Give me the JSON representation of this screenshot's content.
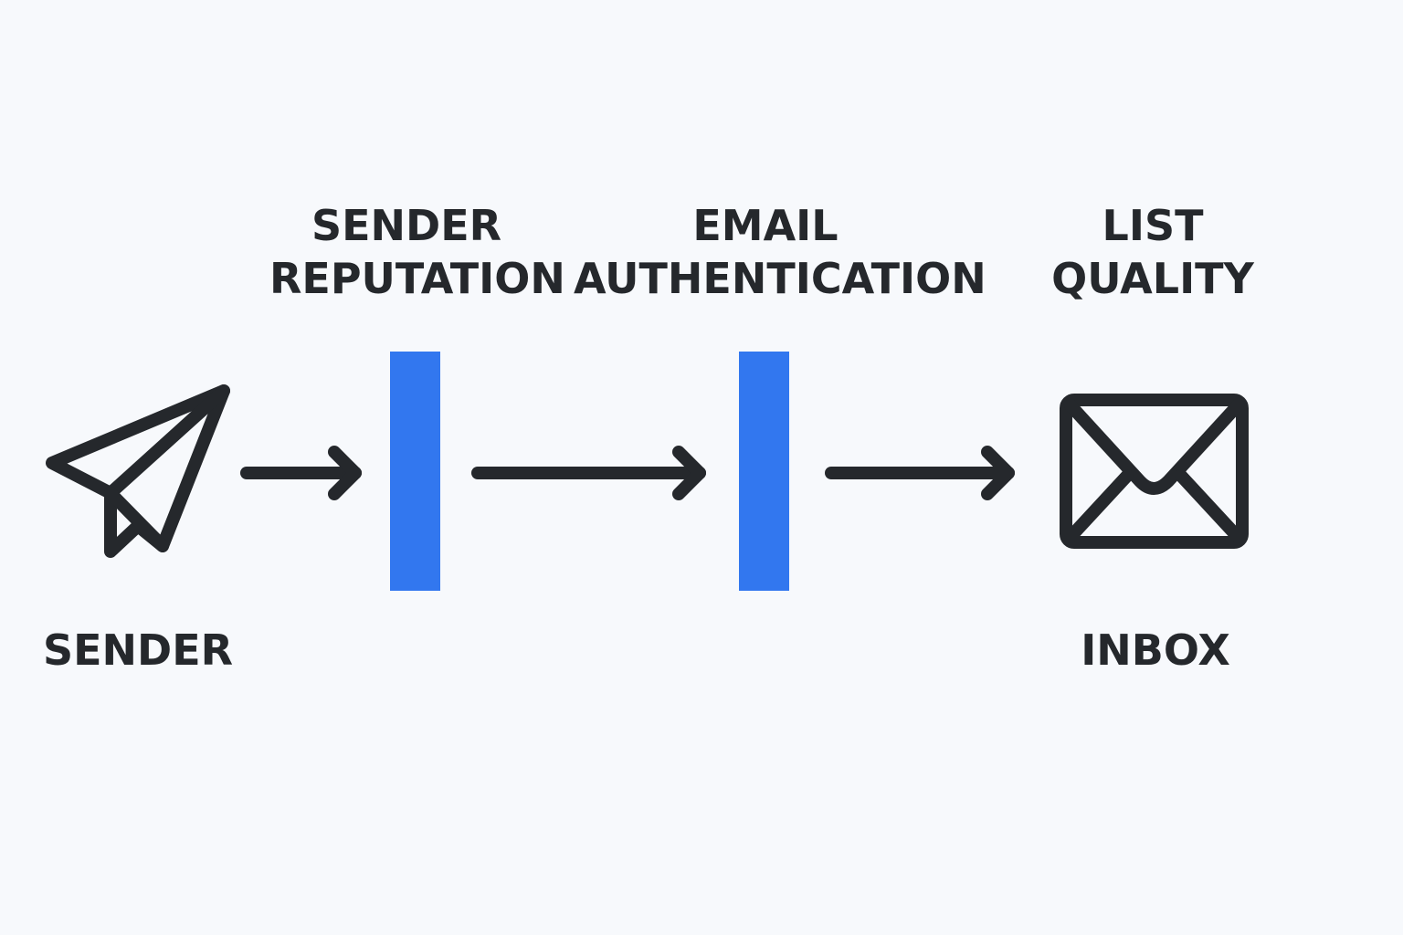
{
  "labels": {
    "sender": "SENDER",
    "inbox": "INBOX",
    "sender_reputation": [
      "SENDER",
      "REPUTATION"
    ],
    "email_authentication": [
      "EMAIL",
      "AUTHENTICATION"
    ],
    "list_quality": [
      "LIST",
      "QUALITY"
    ]
  },
  "icons": {
    "sender": "paper-plane-icon",
    "inbox": "envelope-icon"
  },
  "colors": {
    "background": "#f7f9fc",
    "ink": "#25282c",
    "barrier": "#3277ef"
  }
}
